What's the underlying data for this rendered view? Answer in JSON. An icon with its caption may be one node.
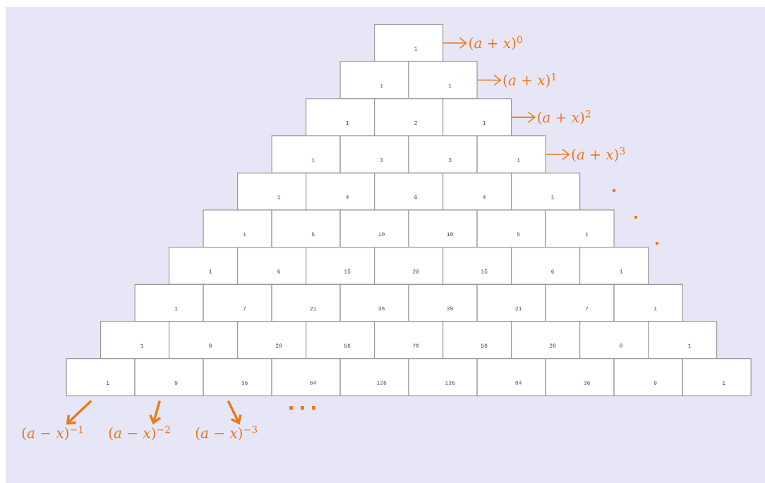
{
  "diagram": {
    "nodes": [
      {
        "text": [
          "1"
        ]
      },
      {
        "text": [
          "1"
        ]
      },
      {
        "text": [
          "1"
        ]
      },
      {
        "text": [
          "1"
        ]
      },
      {
        "text": [
          "2"
        ]
      },
      {
        "text": [
          "1"
        ]
      },
      {
        "text": [
          "1"
        ]
      },
      {
        "text": [
          "3"
        ]
      },
      {
        "text": [
          "3"
        ]
      },
      {
        "text": [
          "1"
        ]
      },
      {
        "text": [
          "1"
        ]
      },
      {
        "text": [
          "4"
        ]
      },
      {
        "text": [
          "6"
        ]
      },
      {
        "text": [
          "4"
        ]
      },
      {
        "text": [
          "1"
        ]
      },
      {
        "text": [
          "1"
        ]
      },
      {
        "text": [
          "5"
        ]
      },
      {
        "text": [
          "10"
        ]
      },
      {
        "text": [
          "10"
        ]
      },
      {
        "text": [
          "5"
        ]
      },
      {
        "text": [
          "1"
        ]
      },
      {
        "text": [
          "1"
        ]
      },
      {
        "text": [
          "6"
        ]
      },
      {
        "text": [
          "15"
        ]
      },
      {
        "text": [
          "20"
        ]
      },
      {
        "text": [
          "15"
        ]
      },
      {
        "text": [
          "6"
        ]
      },
      {
        "text": [
          "1"
        ]
      },
      {
        "text": [
          "1"
        ]
      },
      {
        "text": [
          "7"
        ]
      },
      {
        "text": [
          "21"
        ]
      },
      {
        "text": [
          "35"
        ]
      },
      {
        "text": [
          "35"
        ]
      },
      {
        "text": [
          "21"
        ]
      },
      {
        "text": [
          "7"
        ]
      },
      {
        "text": [
          "1"
        ]
      },
      {
        "text": [
          "1"
        ]
      },
      {
        "text": [
          "8"
        ]
      },
      {
        "text": [
          "28"
        ]
      },
      {
        "text": [
          "56"
        ]
      },
      {
        "text": [
          "70"
        ]
      },
      {
        "text": [
          "56"
        ]
      },
      {
        "text": [
          "28"
        ]
      },
      {
        "text": [
          "8"
        ]
      },
      {
        "text": [
          "1"
        ]
      },
      {
        "text": [
          "1"
        ]
      },
      {
        "text": [
          "9"
        ]
      },
      {
        "text": [
          "36"
        ]
      },
      {
        "text": [
          "84"
        ]
      },
      {
        "text": [
          "126"
        ]
      },
      {
        "text": [
          "126"
        ]
      },
      {
        "text": [
          "84"
        ]
      },
      {
        "text": [
          "36"
        ]
      },
      {
        "text": [
          "9"
        ]
      },
      {
        "text": [
          "1"
        ]
      },
      {
        "text": [
          "(*a* + *x*)$^{0}$"
        ]
      },
      {
        "text": [
          "(*a* + *x*)$^{1}$"
        ]
      },
      {
        "text": [
          "(*a* + *x*)$^{2}$"
        ]
      },
      {
        "text": [
          "(*a* + *x*)$^{3}$"
        ]
      },
      {
        "text": [
          "(*a* − *x*)$^{−1}$"
        ]
      },
      {
        "text": [
          "(*a* − *x*)$^{−2}$"
        ]
      },
      {
        "text": [
          "(*a* − *x*)$^{−3}$"
        ]
      }
    ],
    "edges": [
      {
        "from": 0,
        "to": 55,
        "arrow": "to"
      },
      {
        "from": 2,
        "to": 56,
        "arrow": "to"
      },
      {
        "from": 5,
        "to": 57,
        "arrow": "to"
      },
      {
        "from": 9,
        "to": 58,
        "arrow": "to"
      },
      {
        "from": 45,
        "to": 59,
        "arrow": "to",
        "style": "thick"
      },
      {
        "from": 46,
        "to": 60,
        "arrow": "to",
        "style": "thick"
      },
      {
        "from": 47,
        "to": 61,
        "arrow": "to",
        "style": "thick"
      }
    ]
  }
}
